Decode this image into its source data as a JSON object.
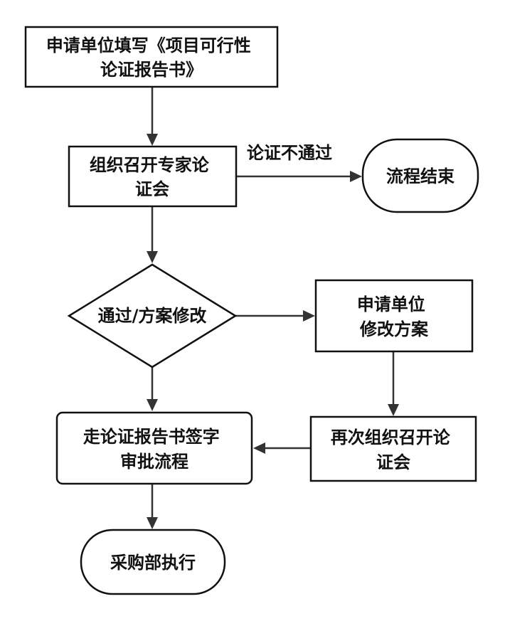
{
  "diagram": {
    "nodes": {
      "apply": {
        "lines": [
          "申请单位填写《项目可行性",
          "论证报告书》"
        ]
      },
      "meeting": {
        "lines": [
          "组织召开专家论",
          "证会"
        ]
      },
      "end": {
        "lines": [
          "流程结束"
        ]
      },
      "decision": {
        "lines": [
          "通过/方案修改"
        ]
      },
      "modify": {
        "lines": [
          "申请单位",
          "修改方案"
        ]
      },
      "remeet": {
        "lines": [
          "再次组织召开论",
          "证会"
        ]
      },
      "approve": {
        "lines": [
          "走论证报告书签字",
          "审批流程"
        ]
      },
      "purchase": {
        "lines": [
          "采购部执行"
        ]
      }
    },
    "edges": {
      "meeting_to_end": {
        "label": "论证不通过"
      }
    }
  }
}
